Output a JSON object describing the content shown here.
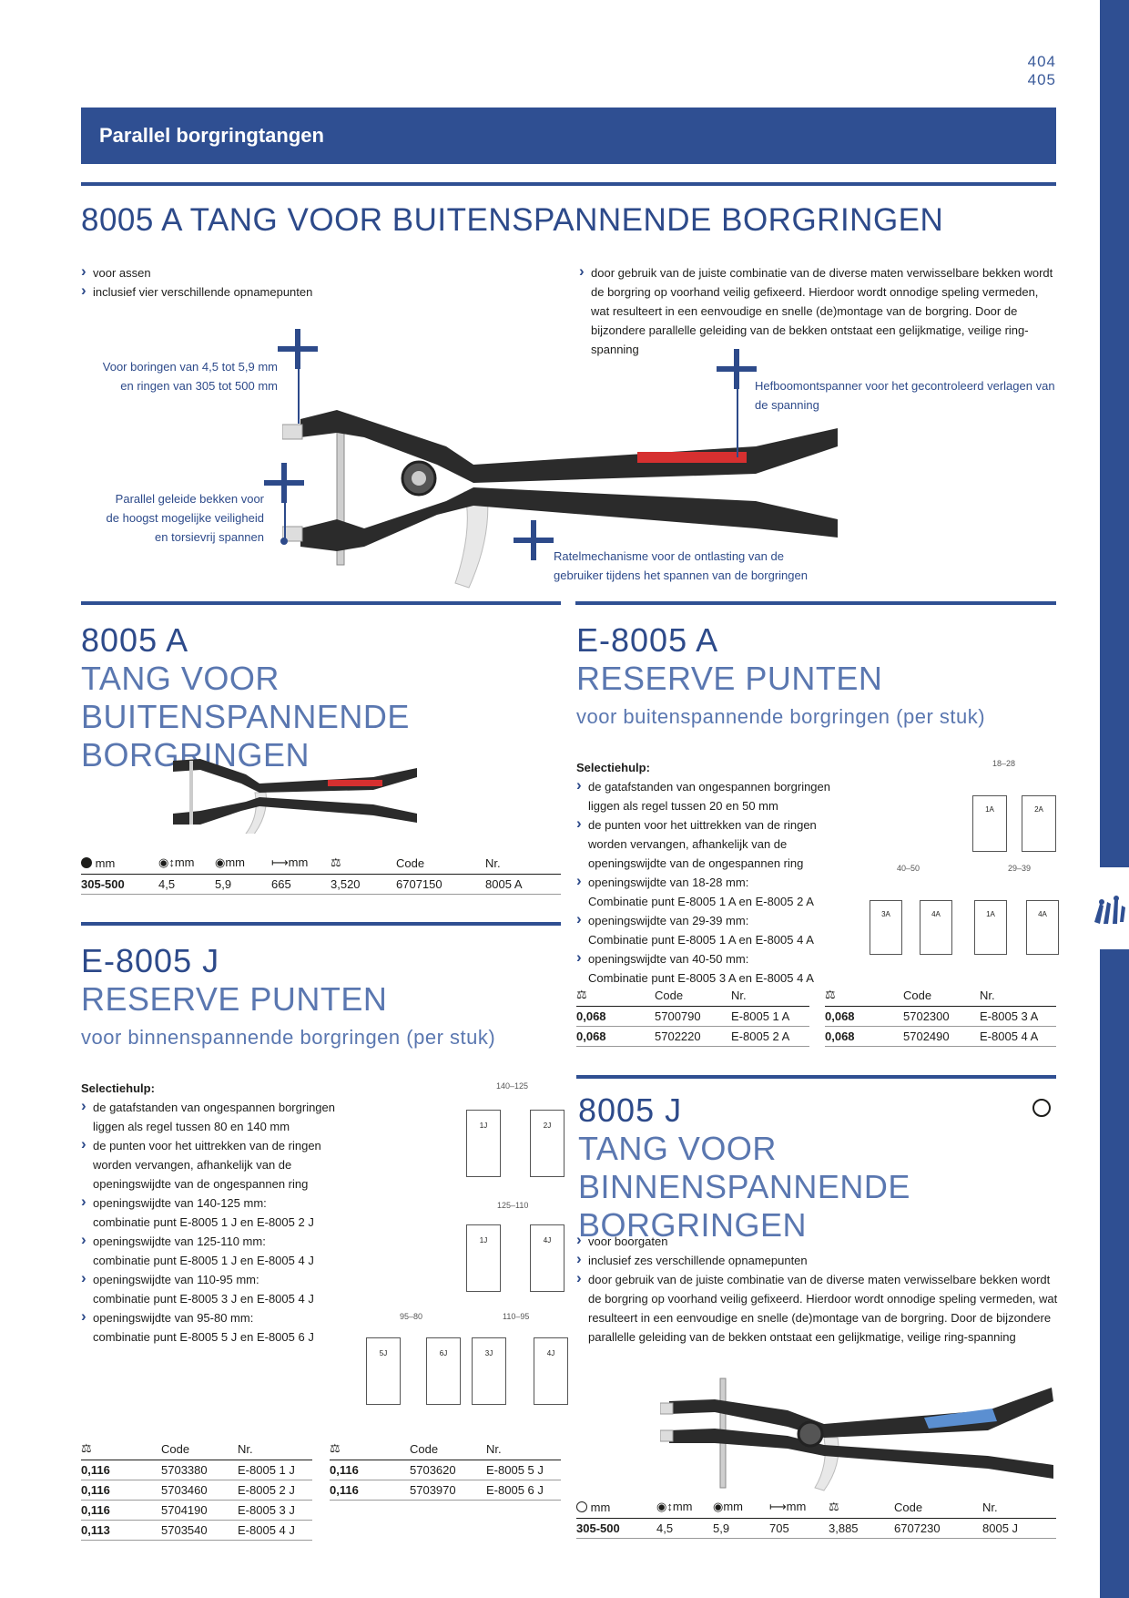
{
  "page_numbers": [
    "404",
    "405"
  ],
  "banner": "Parallel borgringtangen",
  "main_title": "8005 A TANG VOOR BUITENSPANNENDE BORGRINGEN",
  "intro_left": [
    "voor assen",
    "inclusief vier verschillende opnamepunten"
  ],
  "intro_right": "door gebruik van de juiste combinatie van de diverse maten verwisselbare bekken wordt de borgring op voorhand veilig gefixeerd. Hierdoor wordt onnodige speling vermeden, wat resulteert in een eenvoudige en snelle (de)montage van de borgring. Door de bijzondere parallelle geleiding van de bekken ontstaat een gelijkmatige, veilige ring-spanning",
  "callouts": {
    "c1": "Voor boringen van 4,5 tot 5,9 mm en ringen van 305 tot 500 mm",
    "c2": "Hefboomontspanner voor het gecontroleerd verlagen van de spanning",
    "c3": "Parallel geleide bekken voor de hoogst mogelijke veiligheid en torsievrij spannen",
    "c4": "Ratelmechanisme voor de ontlasting van de gebruiker tijdens het spannen van de borgringen"
  },
  "p8005a": {
    "code": "8005 A",
    "title_l1": "TANG VOOR BUITENSPANNENDE",
    "title_l2": "BORGRINGEN",
    "headers": [
      "mm",
      "mm",
      "mm",
      "mm",
      "",
      "Code",
      "Nr."
    ],
    "row": [
      "305-500",
      "4,5",
      "5,9",
      "665",
      "3,520",
      "6707150",
      "8005 A"
    ]
  },
  "pe8005a": {
    "code": "E-8005 A",
    "title": "RESERVE PUNTEN",
    "subtitle": "voor buitenspannende borgringen (per stuk)",
    "sel_header": "Selectiehulp:",
    "sel_items": [
      "de gatafstanden van ongespannen borgringen liggen als regel tussen 20 en 50 mm",
      "de punten voor het uittrekken van de ringen worden vervangen, afhankelijk van de openingswijdte van de ongespannen ring",
      "openingswijdte van 18-28 mm:",
      "openingswijdte van 29-39 mm:",
      "openingswijdte van 40-50 mm:"
    ],
    "sel_sub": [
      "Combinatie punt E-8005 1 A en E-8005 2 A",
      "Combinatie punt E-8005 1 A en E-8005 4 A",
      "Combinatie punt E-8005 3 A en E-8005 4 A"
    ],
    "dims": [
      "18–28",
      "40–50",
      "29–39"
    ],
    "tips": [
      "1A",
      "2A",
      "3A",
      "4A",
      "1A",
      "4A"
    ],
    "table_headers": [
      "",
      "Code",
      "Nr."
    ],
    "rows_left": [
      [
        "0,068",
        "5700790",
        "E-8005 1 A"
      ],
      [
        "0,068",
        "5702220",
        "E-8005 2 A"
      ]
    ],
    "rows_right": [
      [
        "0,068",
        "5702300",
        "E-8005 3 A"
      ],
      [
        "0,068",
        "5702490",
        "E-8005 4 A"
      ]
    ]
  },
  "pe8005j": {
    "code": "E-8005 J",
    "title": "RESERVE PUNTEN",
    "subtitle": "voor binnenspannende borgringen (per stuk)",
    "sel_header": "Selectiehulp:",
    "sel_items": [
      "de gatafstanden van ongespannen borgringen liggen als regel tussen 80 en 140 mm",
      "de punten voor het uittrekken van de ringen worden vervangen, afhankelijk van de openingswijdte van de ongespannen ring",
      "openingswijdte van 140-125 mm:",
      "openingswijdte van 125-110 mm:",
      "openingswijdte van 110-95 mm:",
      "openingswijdte van 95-80 mm:"
    ],
    "sel_sub": [
      "combinatie punt E-8005 1 J en E-8005 2 J",
      "combinatie punt E-8005 1 J en E-8005 4 J",
      "combinatie punt E-8005 3 J en E-8005 4 J",
      "combinatie punt E-8005 5 J en E-8005 6 J"
    ],
    "dims": [
      "140–125",
      "125–110",
      "95–80",
      "110–95"
    ],
    "tips": [
      "1J",
      "2J",
      "1J",
      "4J",
      "5J",
      "6J",
      "3J",
      "4J"
    ],
    "table_headers": [
      "",
      "Code",
      "Nr."
    ],
    "rows_left": [
      [
        "0,116",
        "5703380",
        "E-8005 1 J"
      ],
      [
        "0,116",
        "5703460",
        "E-8005 2 J"
      ],
      [
        "0,116",
        "5704190",
        "E-8005 3 J"
      ],
      [
        "0,113",
        "5703540",
        "E-8005 4 J"
      ]
    ],
    "rows_right": [
      [
        "0,116",
        "5703620",
        "E-8005 5 J"
      ],
      [
        "0,116",
        "5703970",
        "E-8005 6 J"
      ]
    ]
  },
  "p8005j": {
    "code": "8005 J",
    "title_l1": "TANG VOOR BINNENSPANNENDE",
    "title_l2": "BORGRINGEN",
    "bullets": [
      "voor boorgaten",
      "inclusief zes verschillende opnamepunten",
      "door gebruik van de juiste combinatie van de diverse maten verwisselbare bekken wordt de borgring op voorhand veilig gefixeerd. Hierdoor wordt onnodige speling vermeden, wat resulteert in een eenvoudige en snelle (de)montage van de borgring. Door de bijzondere parallelle geleiding van de bekken ontstaat een gelijkmatige, veilige ring-spanning"
    ],
    "headers": [
      "mm",
      "mm",
      "mm",
      "mm",
      "",
      "Code",
      "Nr."
    ],
    "row": [
      "305-500",
      "4,5",
      "5,9",
      "705",
      "3,885",
      "6707230",
      "8005 J"
    ]
  },
  "colors": {
    "accent": "#2f4f92",
    "light_accent": "#5a77b0",
    "handle_red": "#d63030",
    "handle_blue": "#5b8fd1"
  }
}
